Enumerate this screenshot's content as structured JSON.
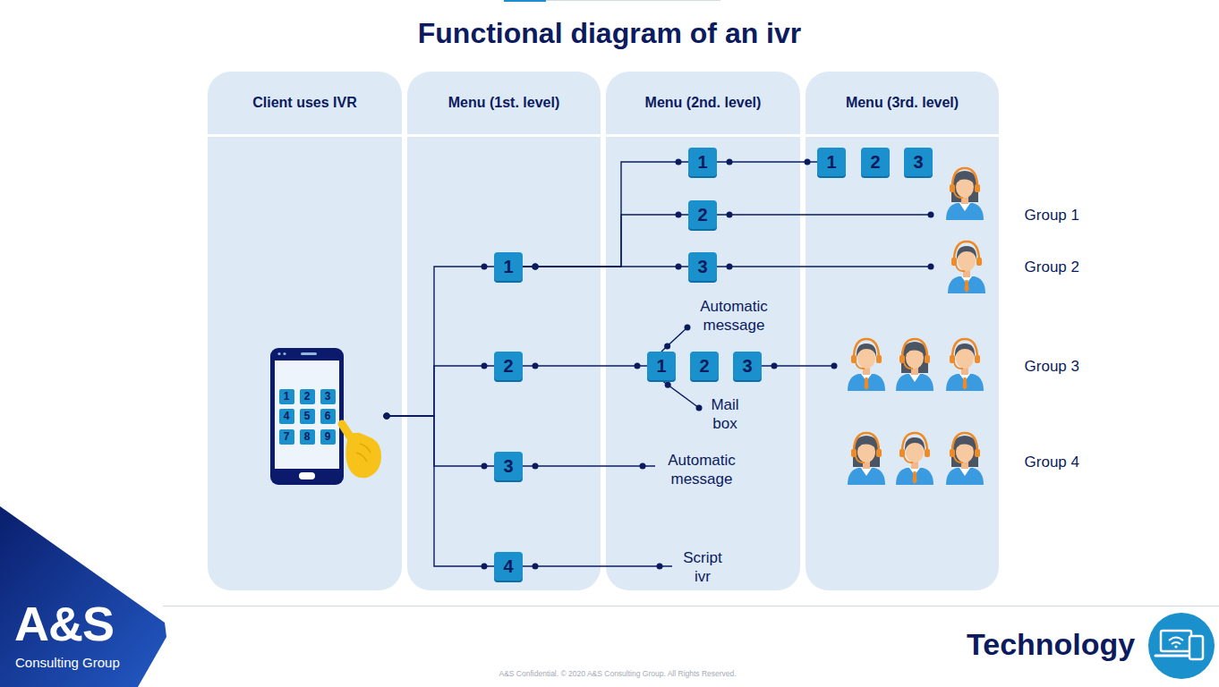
{
  "diagram": {
    "title": "Functional diagram of an ivr",
    "nodes": [
      {
        "text": [
          "Client uses IVR"
        ]
      },
      {
        "text": [
          "1",
          "2",
          "3",
          "4",
          "5",
          "6",
          "7",
          "8",
          "9"
        ],
        "in": 0
      },
      {
        "text": [
          "Menu (1st. level)"
        ]
      },
      {
        "text": [
          "1"
        ],
        "in": 2
      },
      {
        "text": [
          "2"
        ],
        "in": 2
      },
      {
        "text": [
          "3"
        ],
        "in": 2
      },
      {
        "text": [
          "4"
        ],
        "in": 2
      },
      {
        "text": [
          "Menu (2nd. level)"
        ]
      },
      {
        "text": [
          "1"
        ],
        "in": 7
      },
      {
        "text": [
          "2"
        ],
        "in": 7
      },
      {
        "text": [
          "3"
        ],
        "in": 7
      },
      {
        "text": [
          "Automatic message"
        ],
        "in": 7
      },
      {
        "text": [
          "1"
        ],
        "in": 7
      },
      {
        "text": [
          "2"
        ],
        "in": 7
      },
      {
        "text": [
          "3"
        ],
        "in": 7
      },
      {
        "text": [
          "Mail box"
        ],
        "in": 7
      },
      {
        "text": [
          "Automatic message"
        ],
        "in": 7
      },
      {
        "text": [
          "Script ivr"
        ],
        "in": 7
      },
      {
        "text": [
          "Menu (3rd. level)"
        ]
      },
      {
        "text": [
          "1"
        ],
        "in": 18
      },
      {
        "text": [
          "2"
        ],
        "in": 18
      },
      {
        "text": [
          "3"
        ],
        "in": 18
      },
      {
        "text": [
          "Group 1"
        ]
      },
      {
        "text": [
          "Group 2"
        ]
      },
      {
        "text": [
          "Group 3"
        ]
      },
      {
        "text": [
          "Group 4"
        ]
      }
    ],
    "edges": [
      {
        "from": 1,
        "to": 3,
        "arrow": "none"
      },
      {
        "from": 1,
        "to": 4,
        "arrow": "none"
      },
      {
        "from": 1,
        "to": 5,
        "arrow": "none"
      },
      {
        "from": 1,
        "to": 6,
        "arrow": "none"
      },
      {
        "from": 3,
        "to": 8,
        "arrow": "none"
      },
      {
        "from": 3,
        "to": 9,
        "arrow": "none"
      },
      {
        "from": 3,
        "to": 10,
        "arrow": "none"
      },
      {
        "from": 4,
        "to": 12,
        "arrow": "none"
      },
      {
        "from": 5,
        "to": 16,
        "arrow": "none"
      },
      {
        "from": 6,
        "to": 17,
        "arrow": "none"
      },
      {
        "from": 8,
        "to": 19,
        "arrow": "none"
      },
      {
        "from": 9,
        "to": 22,
        "arrow": "none"
      },
      {
        "from": 10,
        "to": 23,
        "arrow": "none"
      },
      {
        "from": 12,
        "to": 11,
        "arrow": "none"
      },
      {
        "from": 12,
        "to": 15,
        "arrow": "none"
      },
      {
        "from": 14,
        "to": 24,
        "arrow": "none"
      }
    ],
    "labels": [
      "A&S",
      "Consulting Group",
      "Technology",
      "A&S Confidential. © 2020 A&S Consulting Group. All Rights Reserved."
    ]
  }
}
